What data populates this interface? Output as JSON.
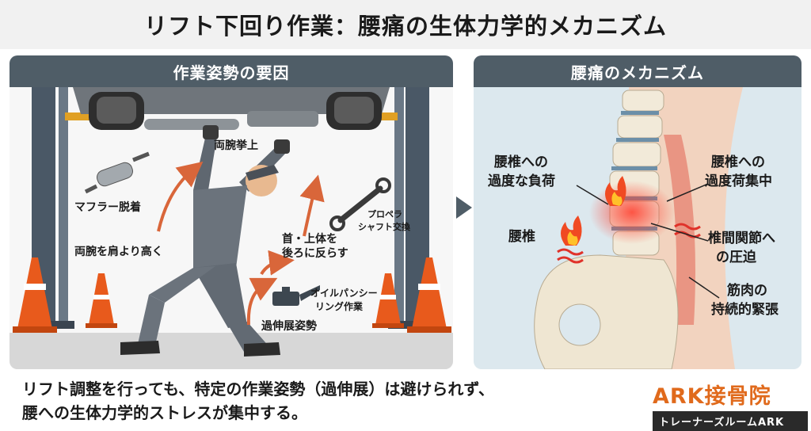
{
  "header": {
    "title": "リフト下回り作業：腰痛の生体力学的メカニズム"
  },
  "left_panel": {
    "heading": "作業姿勢の要因",
    "labels": {
      "raise_both_arms": "両腕挙上",
      "muffler": "マフラー脱着",
      "propeller_line1": "プロペラ",
      "propeller_line2": "シャフト交換",
      "arms_above_shoulder": "両腕を肩より高く",
      "neck_line1": "首・上体を",
      "neck_line2": "後ろに反らす",
      "oilpan_line1": "オイルパンシー",
      "oilpan_line2": "リング作業",
      "hyperextension": "過伸展姿勢"
    }
  },
  "right_panel": {
    "heading": "腰痛のメカニズム",
    "labels": {
      "lumbar_load_line1": "腰椎への",
      "lumbar_load_line2": "過度な負荷",
      "lumbar": "腰椎",
      "concentrated_line1": "腰椎への",
      "concentrated_line2": "過度荷集中",
      "facet_line1": "椎間関節へ",
      "facet_line2": "の圧迫",
      "muscle_line1": "筋肉の",
      "muscle_line2": "持続的緊張"
    }
  },
  "caption": {
    "line1": "リフト調整を行っても、特定の作業姿勢（過伸展）は避けられず、",
    "line2": "腰への生体力学的ストレスが集中する。"
  },
  "logo": {
    "main": "ARK接骨院",
    "sub": "トレーナーズルームARK"
  },
  "colors": {
    "accent_orange": "#e06a1c",
    "panel_header": "#4f5d67",
    "arrow_red": "#d9663a"
  }
}
